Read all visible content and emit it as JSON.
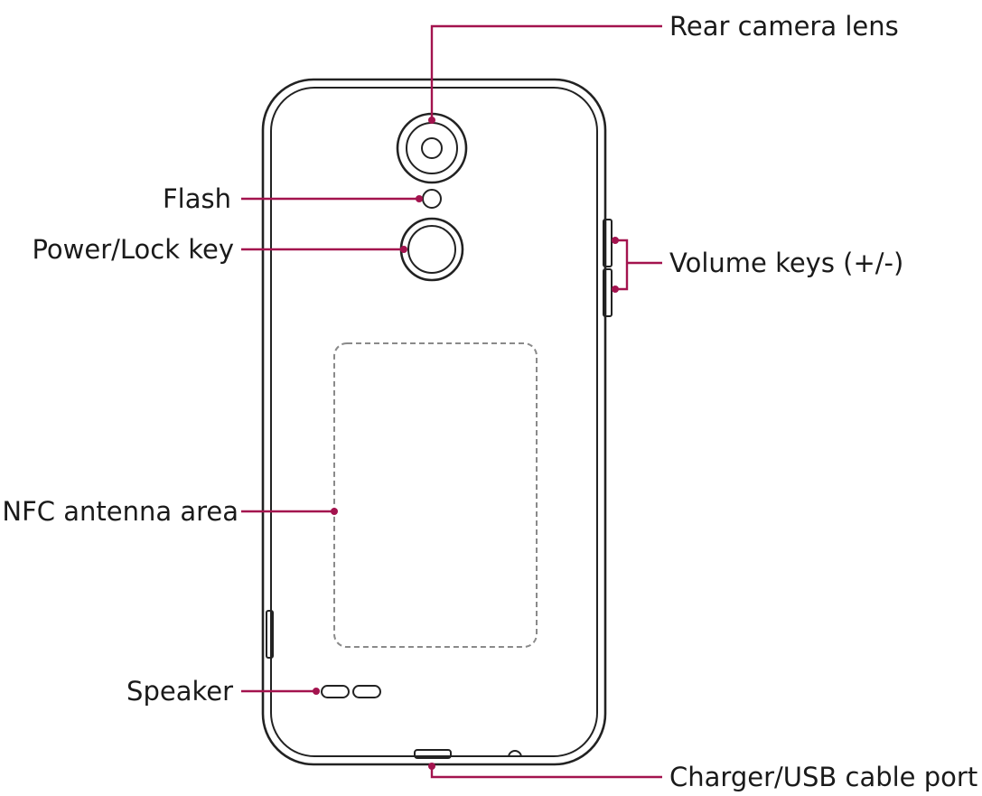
{
  "diagram": {
    "subject": "phone-rear-view",
    "accent_color": "#a3134e",
    "outline_color": "#222222",
    "labels": {
      "rear_camera_lens": "Rear camera lens",
      "flash": "Flash",
      "power_lock_key": "Power/Lock key",
      "volume_keys": "Volume keys (+/-)",
      "nfc_antenna_area": "NFC antenna area",
      "speaker": "Speaker",
      "charger_usb_port": "Charger/USB cable port"
    }
  }
}
